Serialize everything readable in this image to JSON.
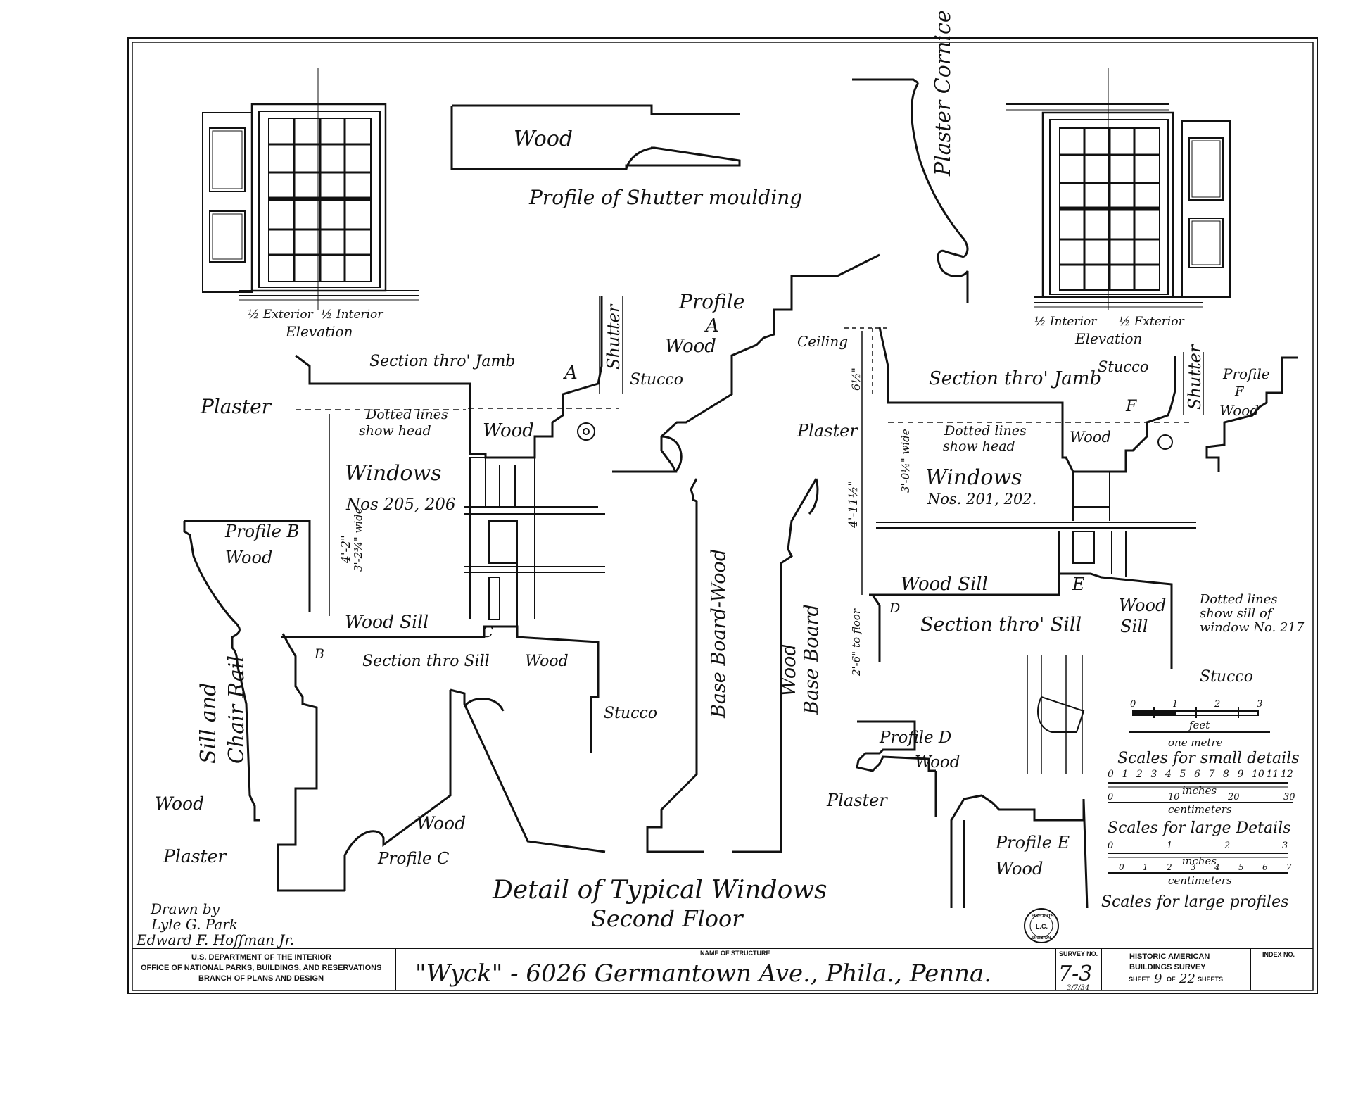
{
  "colors": {
    "ink": "#111111",
    "paper": "#ffffff"
  },
  "drawing": {
    "title_main": "Detail of Typical Windows",
    "title_sub": "Second Floor",
    "drawn_by_label": "Drawn by",
    "drafters": [
      "Lyle G. Park",
      "Edward F. Hoffman Jr."
    ],
    "left_window": {
      "caption_left": "½ Exterior",
      "caption_right": "½ Interior",
      "caption_bottom": "Elevation"
    },
    "right_window": {
      "caption_left": "½ Interior",
      "caption_right": "½ Exterior",
      "caption_bottom": "Elevation"
    },
    "shutter_profile": {
      "material": "Wood",
      "caption": "Profile of Shutter moulding"
    },
    "cornice": "Plaster Cornice",
    "left_section": {
      "jamb": "Section thro' Jamb",
      "plaster": "Plaster",
      "dotted": [
        "Dotted lines",
        "show head"
      ],
      "windows": "Windows",
      "numbers": "Nos 205, 206",
      "height_dim": "4'-2\"",
      "width_dim": "3'-2¾\" wide",
      "wood": "Wood",
      "shutter": "Shutter",
      "stucco": "Stucco",
      "mark_a": "A",
      "wood_sill": "Wood Sill",
      "mark_c": "C",
      "mark_b": "B",
      "sill_section": "Section thro Sill",
      "sill_wood": "Wood",
      "stucco_bottom": "Stucco"
    },
    "profile_a": [
      "Profile",
      "A",
      "Wood"
    ],
    "profile_b": [
      "Profile B",
      "Wood"
    ],
    "profile_c": "Profile C",
    "profile_c_wood": "Wood",
    "sill_chair_rail": [
      "Sill and",
      "Chair Rail"
    ],
    "left_wood": "Wood",
    "left_plaster": "Plaster",
    "base_board": "Base Board-Wood",
    "wood_base_board": [
      "Wood",
      "Base Board"
    ],
    "right_section": {
      "ceiling": "Ceiling",
      "ceiling_dim": "6½\"",
      "jamb": "Section thro' Jamb",
      "plaster": "Plaster",
      "dotted": [
        "Dotted lines",
        "show head"
      ],
      "width_dim": "3'-0¼\" wide",
      "windows": "Windows",
      "numbers": "Nos. 201, 202.",
      "height_dim": "4'-11½\"",
      "wood": "Wood",
      "stucco": "Stucco",
      "mark_f": "F",
      "shutter": "Shutter",
      "wood_sill": "Wood Sill",
      "mark_e": "E",
      "mark_d": "D",
      "floor_dim": "2'-6\" to floor",
      "sill_section": "Section thro' Sill",
      "sill_wood": [
        "Wood",
        "Sill"
      ],
      "dotted_217": [
        "Dotted lines",
        "show sill of",
        "window No. 217"
      ],
      "stucco_bottom": "Stucco"
    },
    "profile_f": [
      "Profile",
      "F",
      "Wood"
    ],
    "profile_d": [
      "Profile D",
      "Wood"
    ],
    "right_plaster": "Plaster",
    "profile_e": [
      "Profile E",
      "Wood"
    ],
    "scales": {
      "small_top_ticks": [
        "0",
        "1",
        "2",
        "3"
      ],
      "feet": "feet",
      "one_metre": "one metre",
      "small_label": "Scales for small details",
      "large_top_ticks": [
        "0",
        "1",
        "2",
        "3",
        "4",
        "5",
        "6",
        "7",
        "8",
        "9",
        "10",
        "11",
        "12"
      ],
      "inches": "inches",
      "cm_ticks": [
        "0",
        "10",
        "20",
        "30"
      ],
      "centimeters": "centimeters",
      "large_label": "Scales for large Details",
      "prof_top_ticks": [
        "0",
        "1",
        "2",
        "3"
      ],
      "prof_inches": "inches",
      "prof_cm_ticks": [
        "0",
        "1",
        "2",
        "3",
        "4",
        "5",
        "6",
        "7"
      ],
      "prof_centimeters": "centimeters",
      "prof_label": "Scales for large profiles"
    },
    "stamp": [
      "FINE ARTS",
      "L.C.",
      "DIVISION"
    ]
  },
  "title_block": {
    "agency_1": "U.S. DEPARTMENT OF THE INTERIOR",
    "agency_2": "OFFICE OF NATIONAL PARKS, BUILDINGS, AND RESERVATIONS",
    "agency_3": "BRANCH OF PLANS AND DESIGN",
    "structure_label": "NAME OF STRUCTURE",
    "structure_name": "\"Wyck\" - 6026 Germantown Ave., Phila., Penna.",
    "survey_label": "SURVEY NO.",
    "survey_no": "7-3",
    "survey_date": "3/7/34",
    "habs_1": "HISTORIC AMERICAN",
    "habs_2": "BUILDINGS SURVEY",
    "sheet_label": "SHEET",
    "sheet_no": "9",
    "of_label": "OF",
    "sheet_total": "22",
    "sheets_label": "SHEETS",
    "index_label": "INDEX NO."
  }
}
